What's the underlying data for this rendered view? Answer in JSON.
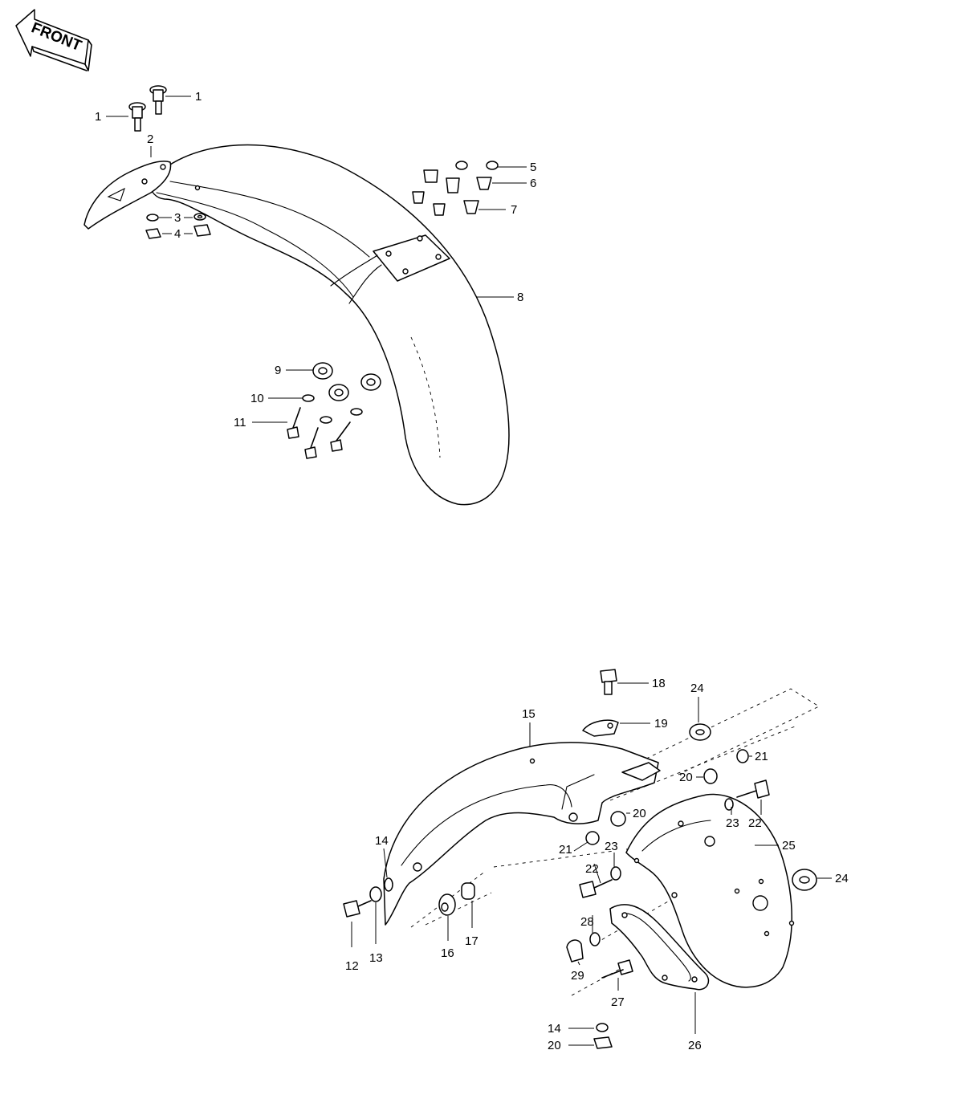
{
  "front_arrow": {
    "label": "FRONT"
  },
  "front_fender": {
    "labels": [
      {
        "id": "1a",
        "text": "1"
      },
      {
        "id": "1b",
        "text": "1"
      },
      {
        "id": "2",
        "text": "2"
      },
      {
        "id": "3",
        "text": "3"
      },
      {
        "id": "4",
        "text": "4"
      },
      {
        "id": "5",
        "text": "5"
      },
      {
        "id": "6",
        "text": "6"
      },
      {
        "id": "7",
        "text": "7"
      },
      {
        "id": "8",
        "text": "8"
      },
      {
        "id": "9",
        "text": "9"
      },
      {
        "id": "10",
        "text": "10"
      },
      {
        "id": "11",
        "text": "11"
      }
    ]
  },
  "rear_fender": {
    "labels": [
      {
        "id": "18",
        "text": "18"
      },
      {
        "id": "24a",
        "text": "24"
      },
      {
        "id": "15",
        "text": "15"
      },
      {
        "id": "19",
        "text": "19"
      },
      {
        "id": "21a",
        "text": "21"
      },
      {
        "id": "20a",
        "text": "20"
      },
      {
        "id": "20b",
        "text": "20"
      },
      {
        "id": "23a",
        "text": "23"
      },
      {
        "id": "22a",
        "text": "22"
      },
      {
        "id": "14a",
        "text": "14"
      },
      {
        "id": "21b",
        "text": "21"
      },
      {
        "id": "23b",
        "text": "23"
      },
      {
        "id": "25",
        "text": "25"
      },
      {
        "id": "22b",
        "text": "22"
      },
      {
        "id": "24b",
        "text": "24"
      },
      {
        "id": "28",
        "text": "28"
      },
      {
        "id": "12",
        "text": "12"
      },
      {
        "id": "13",
        "text": "13"
      },
      {
        "id": "16",
        "text": "16"
      },
      {
        "id": "17",
        "text": "17"
      },
      {
        "id": "29",
        "text": "29"
      },
      {
        "id": "27",
        "text": "27"
      },
      {
        "id": "14b",
        "text": "14"
      },
      {
        "id": "20c",
        "text": "20"
      },
      {
        "id": "26",
        "text": "26"
      }
    ]
  }
}
